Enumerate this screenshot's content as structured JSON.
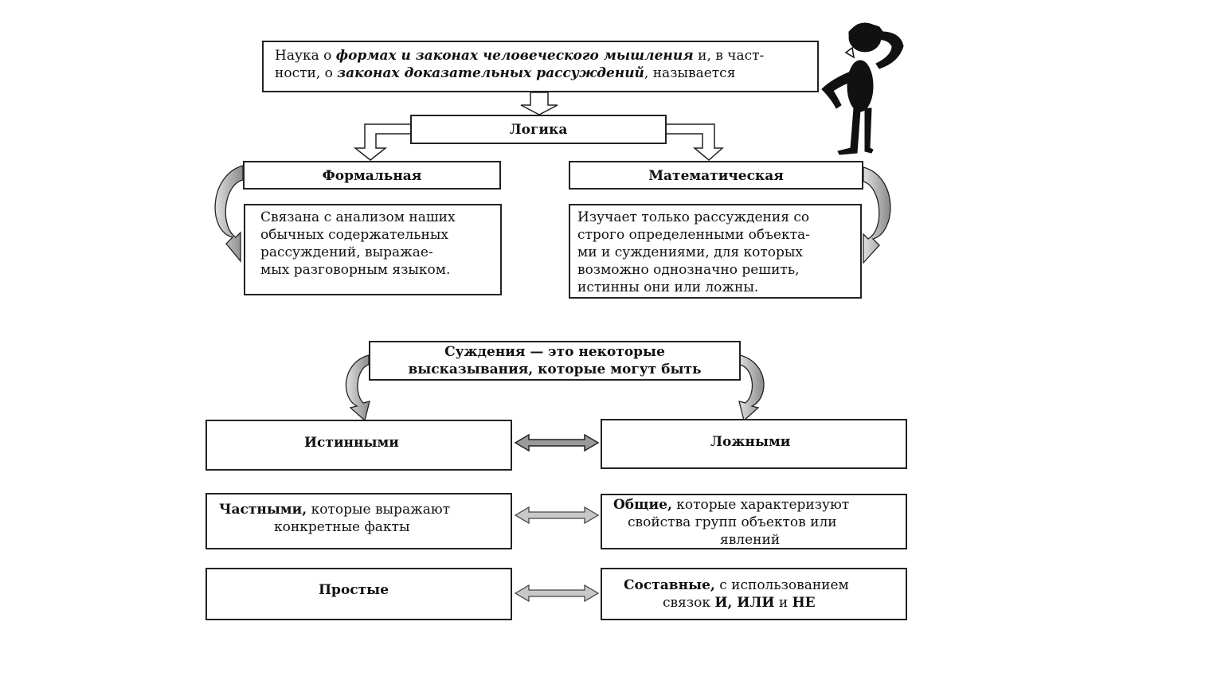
{
  "top_definition": {
    "line1": [
      "Наука о ",
      "формах и законах человеческого мышления",
      " и, в част-"
    ],
    "line2": [
      "ности, о ",
      "законах  доказательных рассуждений",
      ", называется"
    ]
  },
  "logic": {
    "label": "Логика"
  },
  "formal": {
    "label": "Формальная",
    "desc": [
      "Связана с анализом наших",
      "обычных содержательных",
      "рассуждений, выражае-",
      "мых разговорным языком."
    ]
  },
  "math": {
    "label": "Математическая",
    "desc": [
      "Изучает только рассуждения со",
      "строго определенными объекта-",
      "ми и суждениями, для которых",
      "возможно однозначно решить,",
      "истинны они или ложны."
    ]
  },
  "judgments": {
    "line1": "Суждения — это некоторые",
    "line2": "высказывания, которые могут быть"
  },
  "true_box": {
    "label": "Истинными"
  },
  "false_box": {
    "label": "Ложными"
  },
  "particular": {
    "bold": "Частными,",
    "rest1": " которые выражают",
    "line2": "конкретные факты"
  },
  "general": {
    "bold": "Общие,",
    "rest1": " которые характеризуют",
    "line2": "свойства групп объектов или",
    "line3": "явлений"
  },
  "simple": {
    "label": "Простые"
  },
  "compound": {
    "bold": "Составные,",
    "rest1": " с использованием",
    "line2a": "связок ",
    "line2b": "И, ИЛИ",
    "line2c": " и ",
    "line2d": "НЕ"
  },
  "colors": {
    "border": "#222222",
    "arrow_fill": "#bdbdbd",
    "figure": "#111111"
  }
}
